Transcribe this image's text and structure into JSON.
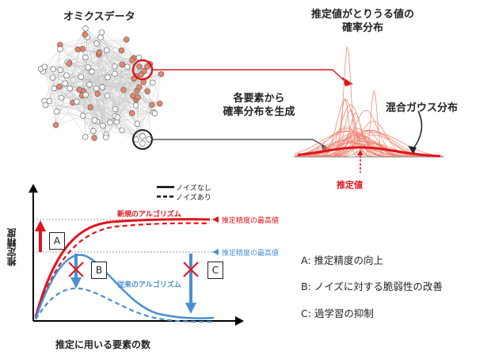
{
  "top": {
    "omics_title": "オミクスデータ",
    "dist_title_line1": "推定値がとりうる値の",
    "dist_title_line2": "確率分布",
    "generate_line1": "各要素から",
    "generate_line2": "確率分布を生成",
    "mixture_label": "混合ガウス分布",
    "estimate_label": "推定値"
  },
  "legend": {
    "no_noise": "ノイズなし",
    "with_noise": "ノイズあり"
  },
  "chart": {
    "new_algo": "新規のアルゴリズム",
    "old_algo": "従来のアルゴリズム",
    "max_new": "推定精度の最高値",
    "max_old": "推定精度の最高値",
    "y_label": "推定精度",
    "x_label": "推定に用いる要素の数",
    "box_a": "A",
    "box_b": "B",
    "box_c": "C"
  },
  "notes": {
    "a": "A: 推定精度の向上",
    "b": "B: ノイズに対する脆弱性の改善",
    "c": "C: 過学習の抑制"
  },
  "colors": {
    "red": "#e0141b",
    "blue": "#4a90d0",
    "node_fill": "#e9856a",
    "gray": "#9b9b9b"
  }
}
